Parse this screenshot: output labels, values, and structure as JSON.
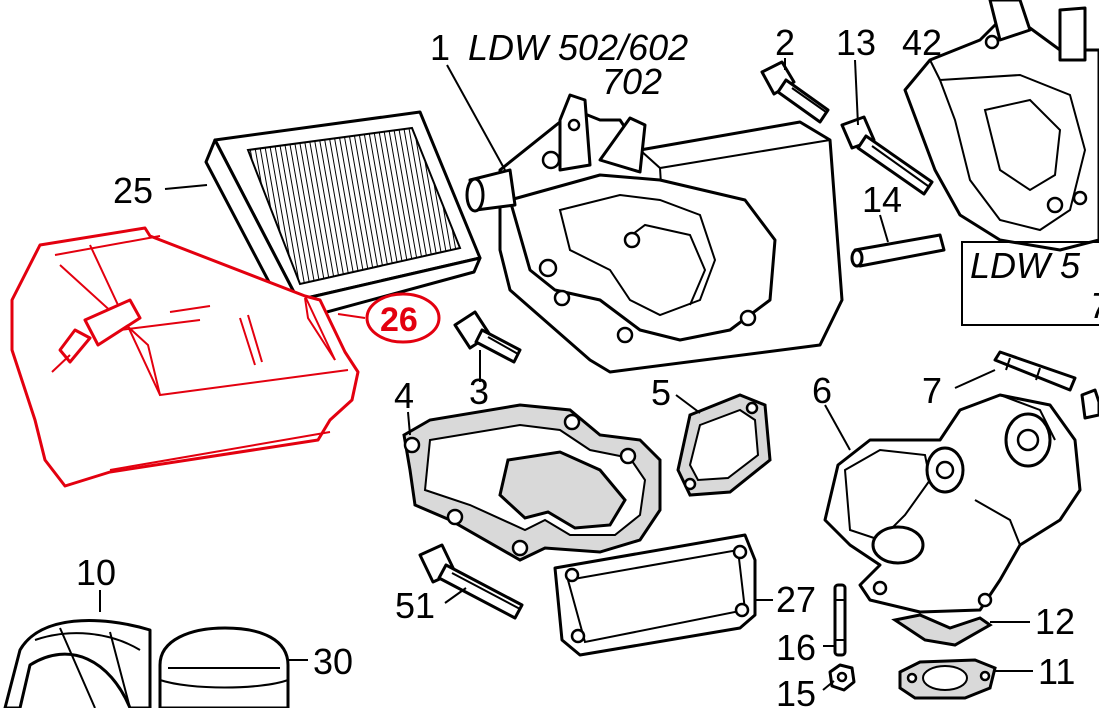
{
  "diagram": {
    "model_label": {
      "line1": "LDW 502/602",
      "line2": "702"
    },
    "cropped_model_label": {
      "line1": "LDW 5",
      "line2": "7"
    },
    "highlight_color": "#e3000f",
    "selected_part": "26",
    "parts": [
      {
        "id": "1",
        "label": "1"
      },
      {
        "id": "2",
        "label": "2"
      },
      {
        "id": "3",
        "label": "3"
      },
      {
        "id": "4",
        "label": "4"
      },
      {
        "id": "5",
        "label": "5"
      },
      {
        "id": "6",
        "label": "6"
      },
      {
        "id": "7",
        "label": "7"
      },
      {
        "id": "10",
        "label": "10"
      },
      {
        "id": "11",
        "label": "11"
      },
      {
        "id": "12",
        "label": "12"
      },
      {
        "id": "13",
        "label": "13"
      },
      {
        "id": "14",
        "label": "14"
      },
      {
        "id": "15",
        "label": "15"
      },
      {
        "id": "16",
        "label": "16"
      },
      {
        "id": "25",
        "label": "25"
      },
      {
        "id": "26",
        "label": "26"
      },
      {
        "id": "27",
        "label": "27"
      },
      {
        "id": "30",
        "label": "30"
      },
      {
        "id": "42",
        "label": "42"
      },
      {
        "id": "51",
        "label": "51"
      }
    ]
  }
}
